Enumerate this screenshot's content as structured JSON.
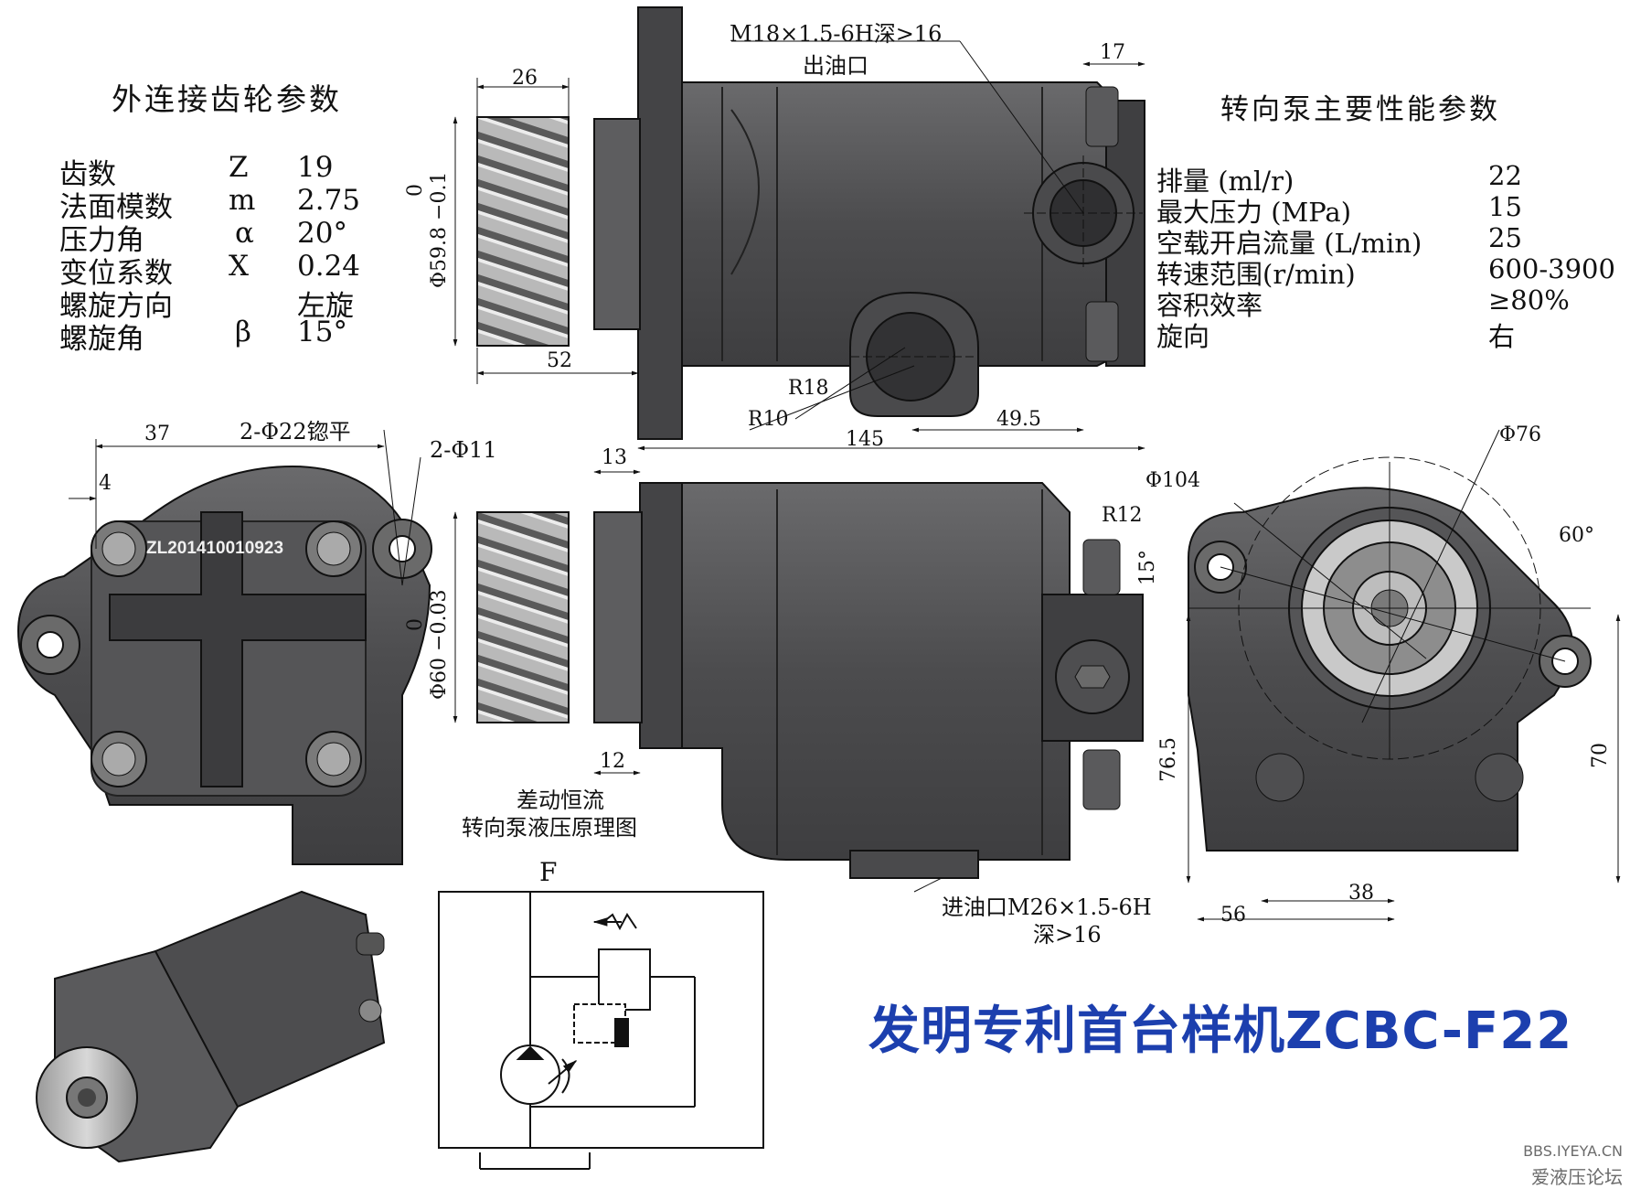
{
  "gear_params": {
    "title": "外连接齿轮参数",
    "rows": [
      {
        "name": "齿数",
        "symbol": "Z",
        "value": "19"
      },
      {
        "name": "法面模数",
        "symbol": "m",
        "value": "2.75"
      },
      {
        "name": "压力角",
        "symbol": "α",
        "value": "20°"
      },
      {
        "name": "变位系数",
        "symbol": "X",
        "value": "0.24"
      },
      {
        "name": "螺旋方向",
        "symbol": "",
        "value": "左旋"
      },
      {
        "name": "螺旋角",
        "symbol": "β",
        "value": "15°"
      }
    ]
  },
  "pump_params": {
    "title": "转向泵主要性能参数",
    "rows": [
      {
        "name": "排量 (ml/r)",
        "value": "22"
      },
      {
        "name": "最大压力 (MPa)",
        "value": "15"
      },
      {
        "name": "空载开启流量 (L/min)",
        "value": "25"
      },
      {
        "name": "转速范围(r/min)",
        "value": "600-3900"
      },
      {
        "name": "容积效率",
        "value": "≥80%"
      },
      {
        "name": "旋向",
        "value": "右"
      }
    ]
  },
  "annotations": {
    "outlet_thread": "M18×1.5-6H深>16",
    "outlet_label": "出油口",
    "inlet_thread": "进油口M26×1.5-6H",
    "inlet_depth": "深>16",
    "two_holes_spot": "2-Φ22锪平",
    "two_holes": "2-Φ11",
    "patent_mark": "ZL201410010923",
    "schematic_caption_1": "差动恒流",
    "schematic_caption_2": "转向泵液压原理图",
    "port_label": "F"
  },
  "dimensions": {
    "d26": "26",
    "d17": "17",
    "d52": "52",
    "d145": "145",
    "d49_5": "49.5",
    "r18": "R18",
    "r10": "R10",
    "d37": "37",
    "d4": "4",
    "d13": "13",
    "d12": "12",
    "dia59_8": "Φ59.8 −0.1",
    "dia59_8_zero": "0",
    "dia60": "Φ60 −0.03",
    "dia60_zero": "0",
    "dia104": "Φ104",
    "dia76": "Φ76",
    "r12": "R12",
    "a15": "15°",
    "a60": "60°",
    "d76_5": "76.5",
    "d70": "70",
    "d56": "56",
    "d38": "38"
  },
  "headline": "发明专利首台样机ZCBC-F22",
  "watermark": {
    "line1": "BBS.IYEYA.CN",
    "line2": "爱液压论坛"
  },
  "colors": {
    "body_dark": "#4a4a4c",
    "body_mid": "#5c5c5e",
    "line": "#111111",
    "headline_blue": "#1c3fae"
  }
}
